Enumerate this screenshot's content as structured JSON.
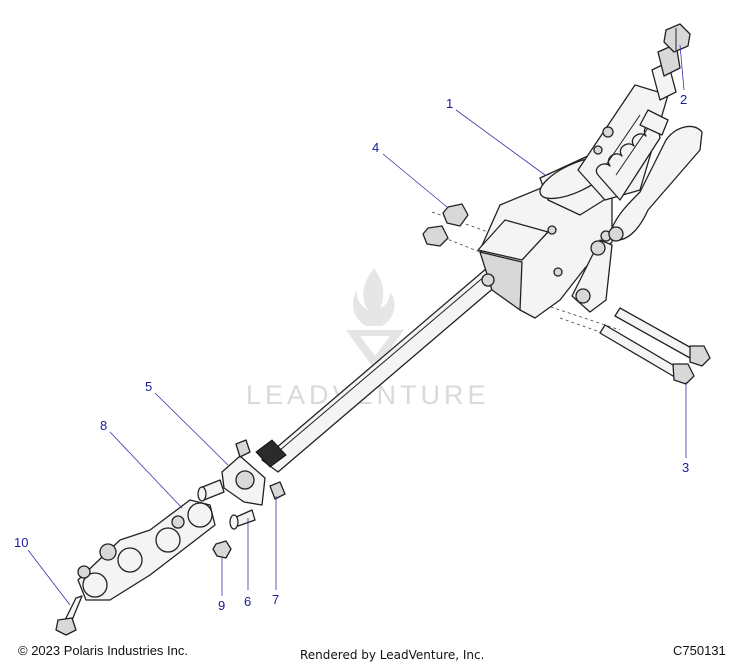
{
  "footer": {
    "copyright": "© 2023 Polaris Industries Inc.",
    "rendered_by": "Rendered by LeadVenture, Inc.",
    "diagram_code": "C750131"
  },
  "watermark": {
    "text": "LEADVENTURE",
    "color": "#d9d9d9"
  },
  "callouts": [
    {
      "label": "1"
    },
    {
      "label": "2"
    },
    {
      "label": "3"
    },
    {
      "label": "4"
    },
    {
      "label": "5"
    },
    {
      "label": "6"
    },
    {
      "label": "7"
    },
    {
      "label": "8"
    },
    {
      "label": "9"
    },
    {
      "label": "10"
    }
  ],
  "colors": {
    "callout": "#1a1a9a",
    "leader": "#3333aa",
    "line": "#222222"
  }
}
